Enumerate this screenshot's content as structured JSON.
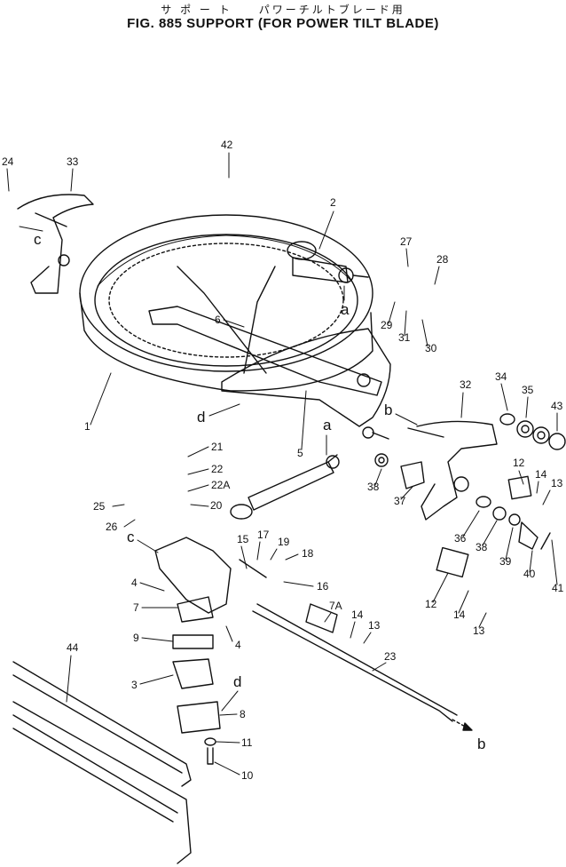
{
  "title": {
    "japanese": "サ ポ ー ト　　パワーチルトブレード用",
    "english": "FIG. 885  SUPPORT (FOR POWER TILT BLADE)"
  },
  "part_numbers": [
    "1",
    "2",
    "3",
    "4",
    "4",
    "5",
    "6",
    "7",
    "7A",
    "8",
    "9",
    "10",
    "11",
    "12",
    "12",
    "13",
    "13",
    "13",
    "14",
    "14",
    "14",
    "15",
    "16",
    "17",
    "18",
    "19",
    "20",
    "21",
    "22",
    "22A",
    "23",
    "24",
    "25",
    "26",
    "27",
    "28",
    "29",
    "30",
    "31",
    "32",
    "33",
    "34",
    "35",
    "36",
    "37",
    "38",
    "38",
    "39",
    "40",
    "41",
    "42",
    "43",
    "44"
  ],
  "connection_letters": [
    "a",
    "a",
    "b",
    "b",
    "c",
    "c",
    "d",
    "d"
  ]
}
